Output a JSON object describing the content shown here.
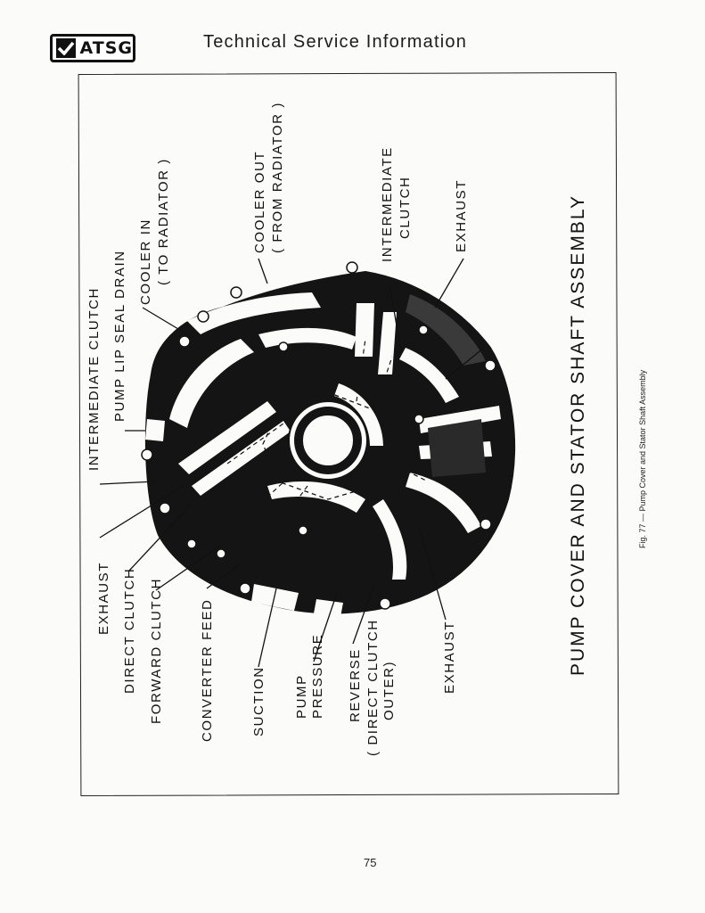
{
  "header": {
    "logo_text": "ATSG",
    "title": "Technical Service Information"
  },
  "figure": {
    "title": "PUMP COVER AND STATOR SHAFT ASSEMBLY",
    "caption": "Fig. 77 — Pump Cover and Stator Shaft Assembly",
    "labels": {
      "intermediate_clutch_left": "INTERMEDIATE CLUTCH",
      "pump_lip_seal_drain": "PUMP LIP SEAL DRAIN",
      "cooler_in_1": "COOLER IN",
      "cooler_in_2": "( TO RADIATOR )",
      "cooler_out_1": "COOLER OUT",
      "cooler_out_2": "( FROM RADIATOR )",
      "intermediate_clutch_1": "INTERMEDIATE",
      "intermediate_clutch_2": "CLUTCH",
      "exhaust_top": "EXHAUST",
      "exhaust_left": "EXHAUST",
      "direct_clutch": "DIRECT CLUTCH",
      "forward_clutch": "FORWARD CLUTCH",
      "converter_feed": "CONVERTER FEED",
      "suction": "SUCTION",
      "pump_pressure_1": "PUMP",
      "pump_pressure_2": "PRESSURE",
      "reverse_1": "REVERSE",
      "reverse_2": "( DIRECT CLUTCH",
      "reverse_3": "OUTER)",
      "exhaust_bottom": "EXHAUST"
    }
  },
  "page_number": "75"
}
